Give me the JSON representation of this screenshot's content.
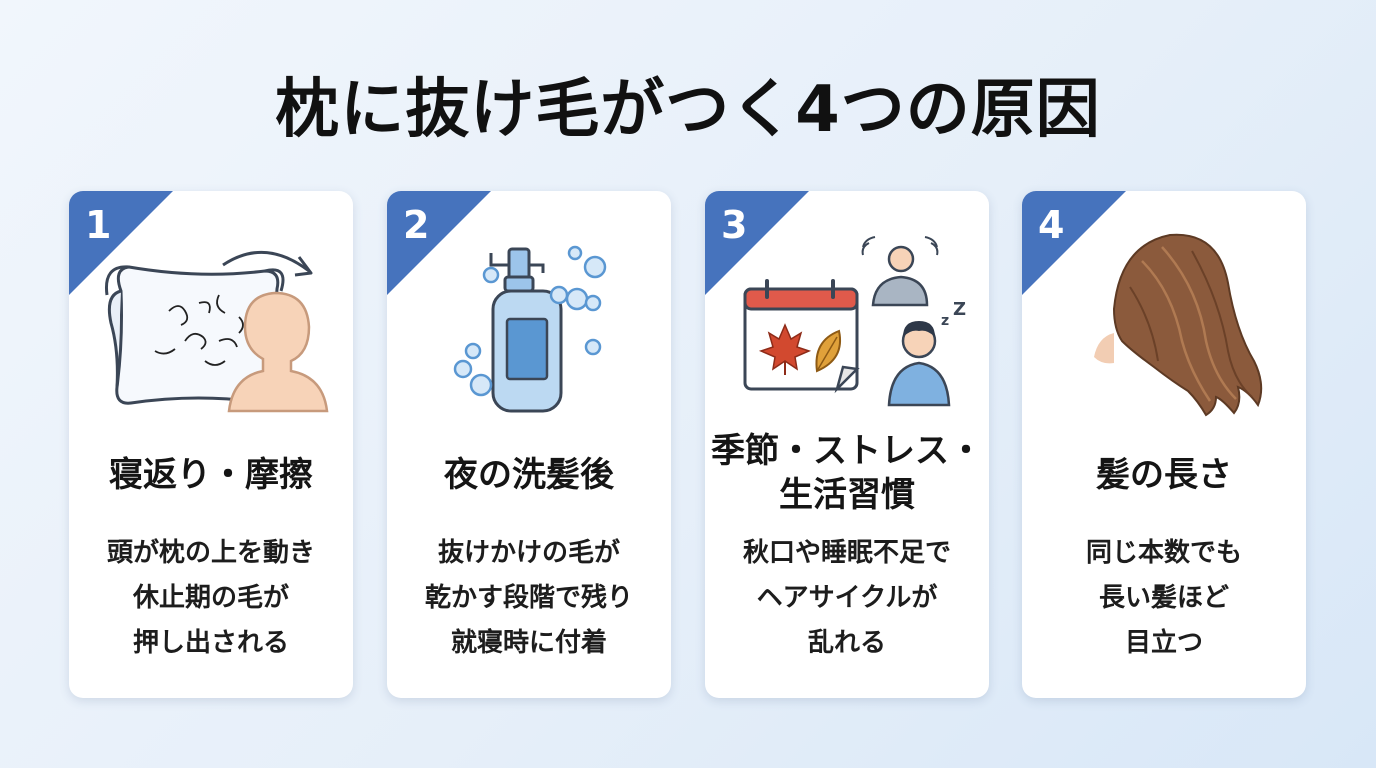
{
  "title": "枕に抜け毛がつく4つの原因",
  "colors": {
    "accent": "#4673bd",
    "card_bg": "#ffffff"
  },
  "cards": [
    {
      "number": "1",
      "title_lines": [
        "寝返り・摩擦"
      ],
      "desc_lines": [
        "頭が枕の上を動き",
        "休止期の毛が",
        "押し出される"
      ],
      "icons": [
        "pillow-icon",
        "head-silhouette-icon",
        "curved-arrow-icon"
      ]
    },
    {
      "number": "2",
      "title_lines": [
        "夜の洗髪後"
      ],
      "desc_lines": [
        "抜けかけの毛が",
        "乾かす段階で残り",
        "就寝時に付着"
      ],
      "icons": [
        "pump-bottle-icon",
        "bubbles-icon"
      ]
    },
    {
      "number": "3",
      "title_lines": [
        "季節・ストレス・",
        "生活習慣"
      ],
      "desc_lines": [
        "秋口や睡眠不足で",
        "ヘアサイクルが",
        "乱れる"
      ],
      "icons": [
        "autumn-calendar-icon",
        "stressed-person-icon",
        "sleepy-person-icon"
      ]
    },
    {
      "number": "4",
      "title_lines": [
        "髪の長さ"
      ],
      "desc_lines": [
        "同じ本数でも",
        "長い髪ほど",
        "目立つ"
      ],
      "icons": [
        "long-hair-icon"
      ]
    }
  ]
}
